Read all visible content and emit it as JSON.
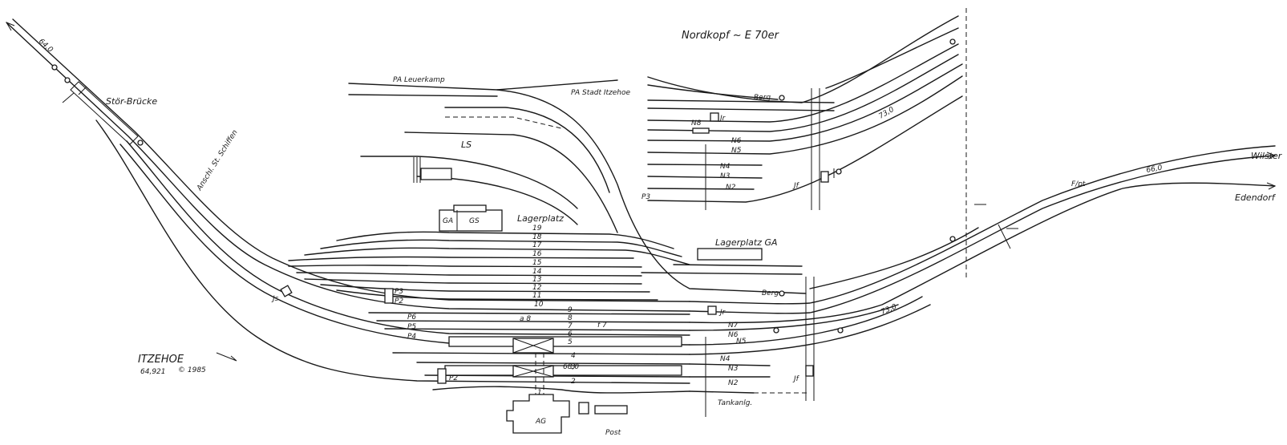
{
  "station": {
    "name": "ITZEHOE",
    "code": "64,921",
    "year": "© 1985"
  },
  "inset": {
    "title": "Nordkopf ~ E 70er"
  },
  "labels": {
    "stoer_bruecke": "Stör-Brücke",
    "anschluss": "Anschl. St. Schiffen",
    "pa_leuerkamp": "PA Leuerkamp",
    "pa_stadt": "PA Stadt Itzehoe",
    "ls": "LS",
    "ga": "GA",
    "gs": "GS",
    "lagerplatz": "Lagerplatz",
    "lagerplatz_ga": "Lagerplatz GA",
    "berg": "Berg",
    "jr": "Jr",
    "js": "Js",
    "jf": "Jf",
    "tankanlg": "Tankanlg.",
    "post": "Post",
    "ag": "AG",
    "wilster": "Wilster",
    "edendorf": "Edendorf",
    "km_640": "64,0",
    "km_680": "68,0",
    "km_730": "73,0",
    "km_660": "66,0",
    "a8": "a 8",
    "f7": "f 7",
    "fpt": "F/pt"
  },
  "track_numbers": [
    "19",
    "18",
    "17",
    "16",
    "15",
    "14",
    "13",
    "12",
    "11",
    "10",
    "9",
    "8",
    "7",
    "6",
    "5",
    "4",
    "3",
    "2",
    "1"
  ],
  "signals_west": [
    "P3",
    "P2",
    "P6",
    "P5",
    "P4",
    "P2"
  ],
  "signals_east": [
    "N7",
    "N6",
    "N5",
    "N4",
    "N3",
    "N2"
  ],
  "signals_inset": [
    "N8",
    "N6",
    "N5",
    "N4",
    "N3",
    "N2",
    "P3"
  ]
}
